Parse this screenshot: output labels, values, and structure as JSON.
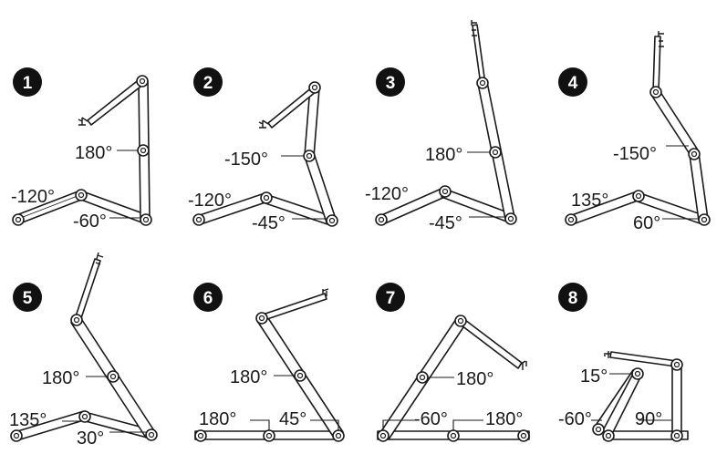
{
  "steps": [
    {
      "badge": "1",
      "angles": [
        "180°",
        "-120°",
        "-60°"
      ]
    },
    {
      "badge": "2",
      "angles": [
        "-150°",
        "-120°",
        "-45°"
      ]
    },
    {
      "badge": "3",
      "angles": [
        "180°",
        "-120°",
        "-45°"
      ]
    },
    {
      "badge": "4",
      "angles": [
        "-150°",
        "135°",
        "60°"
      ]
    },
    {
      "badge": "5",
      "angles": [
        "180°",
        "135°",
        "30°"
      ]
    },
    {
      "badge": "6",
      "angles": [
        "180°",
        "180°",
        "45°"
      ]
    },
    {
      "badge": "7",
      "angles": [
        "180°",
        "-60°",
        "180°"
      ]
    },
    {
      "badge": "8",
      "angles": [
        "15°",
        "-60°",
        "90°"
      ]
    }
  ]
}
